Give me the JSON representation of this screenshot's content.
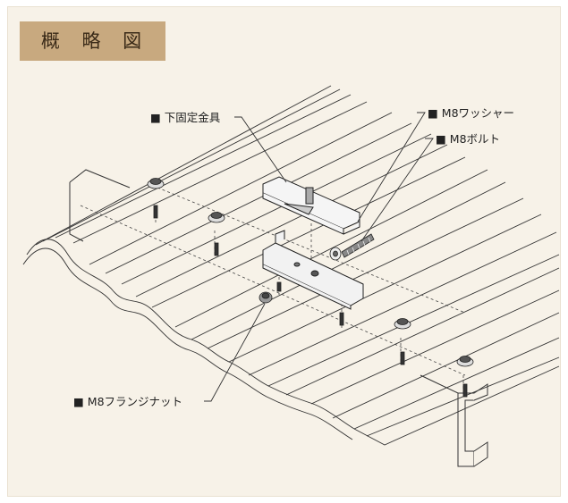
{
  "title": "概 略 図",
  "labels": {
    "lower_bracket": "■ 下固定金具",
    "washer": "■ M8ワッシャー",
    "bolt": "■ M8ボルト",
    "flange_nut": "■ M8フランジナット"
  },
  "icons": [
    "bullet-square-icon"
  ],
  "colors": {
    "panel_bg": "#f7f2e8",
    "title_bg": "#c8a97f",
    "line": "#333333"
  }
}
